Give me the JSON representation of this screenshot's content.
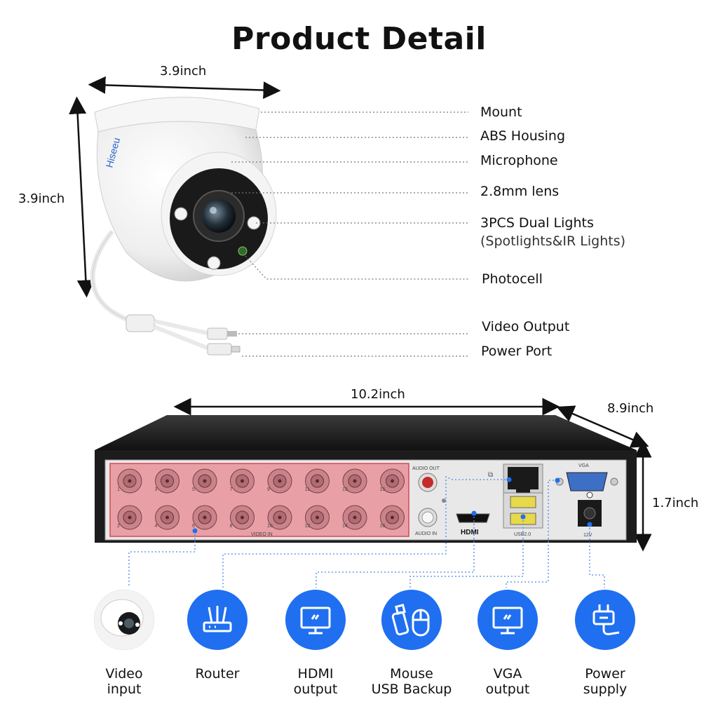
{
  "title": "Product Detail",
  "camera": {
    "brand": "Hiseeu",
    "width_label": "3.9inch",
    "height_label": "3.9inch",
    "labels": [
      {
        "text": "Mount"
      },
      {
        "text": "ABS Housing"
      },
      {
        "text": "Microphone"
      },
      {
        "text": "2.8mm lens"
      },
      {
        "text": "3PCS Dual Lights",
        "sub": "(Spotlights&IR Lights)"
      },
      {
        "text": "Photocell"
      },
      {
        "text": "Video Output"
      },
      {
        "text": "Power Port"
      }
    ]
  },
  "dvr": {
    "width_label": "10.2inch",
    "depth_label": "8.9inch",
    "height_label": "1.7inch",
    "port_text": {
      "audio_out": "AUDIO OUT",
      "audio_in": "AUDIO IN",
      "video_in": "VIDEO IN",
      "hdmi": "HDMI",
      "usb": "USB2.0",
      "vga": "VGA",
      "power": "12V"
    },
    "bnc_top": [
      "1",
      "3",
      "5",
      "7",
      "9",
      "11",
      "13",
      "15"
    ],
    "bnc_bottom": [
      "2",
      "4",
      "6",
      "8",
      "10",
      "12",
      "14",
      "16"
    ]
  },
  "icons": [
    {
      "name": "video-input",
      "label": "Video\ninput",
      "icon": "camera-icon"
    },
    {
      "name": "router",
      "label": "Router",
      "icon": "router-icon"
    },
    {
      "name": "hdmi-output",
      "label": "HDMI\noutput",
      "icon": "monitor-icon"
    },
    {
      "name": "mouse-usb-backup",
      "label": "Mouse\nUSB Backup",
      "icon": "usb-mouse-icon"
    },
    {
      "name": "vga-output",
      "label": "VGA\noutput",
      "icon": "monitor-icon"
    },
    {
      "name": "power-supply",
      "label": "Power\nsupply",
      "icon": "plug-icon"
    }
  ],
  "colors": {
    "accent": "#1f6ff0",
    "highlight": "#e8a0a6",
    "dvr_body": "#1c1c1c"
  }
}
